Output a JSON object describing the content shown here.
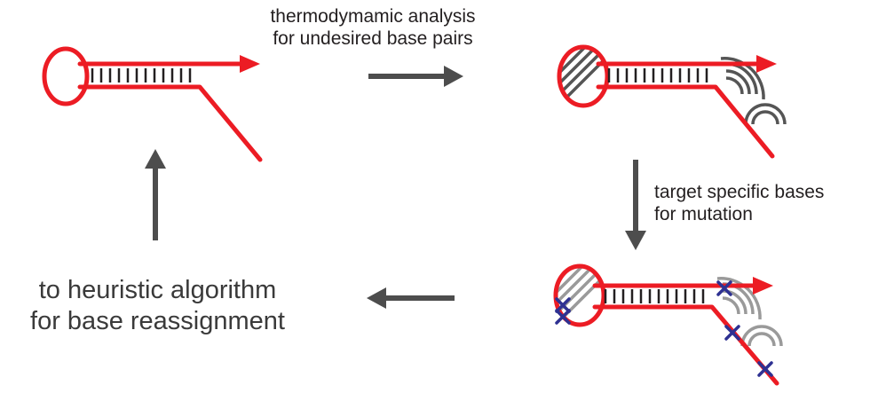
{
  "labels": {
    "step1_line1": "thermodymamic analysis",
    "step1_line2": "for undesired base pairs",
    "step2_line1": "target specific bases",
    "step2_line2": "for mutation",
    "step3_line1": "to heuristic algorithm",
    "step3_line2": "for base reassignment"
  },
  "colors": {
    "strand": "#ec1c24",
    "base_pair_ticks": "#231f20",
    "arrow": "#4d4d4d",
    "undesired_pairing": "#555555",
    "undesired_pairing_light": "#9a9a9a",
    "mutation_mark": "#2e3192"
  },
  "icons": {
    "flow_arrow": "right-arrow-icon",
    "mutation_mark": "cross-icon"
  }
}
